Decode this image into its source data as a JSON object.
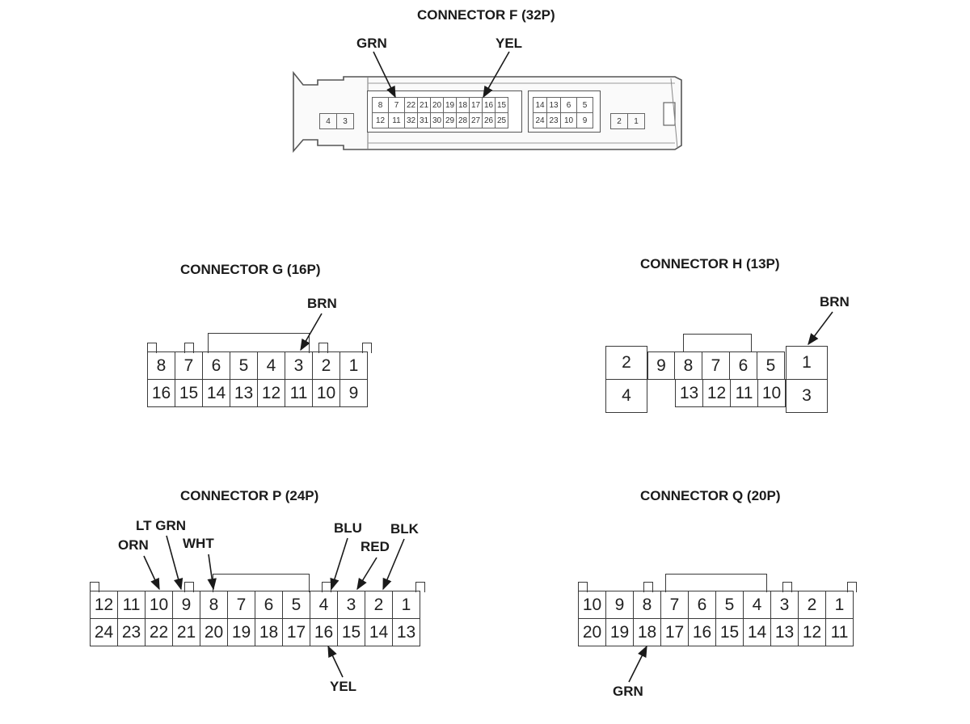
{
  "connectors": {
    "f": {
      "title": "CONNECTOR F (32P)",
      "left_small": [
        "4",
        "3"
      ],
      "right_small": [
        "2",
        "1"
      ],
      "block1_top": [
        "8",
        "7",
        "22",
        "21",
        "20",
        "19",
        "18",
        "17",
        "16",
        "15"
      ],
      "block1_bottom": [
        "12",
        "11",
        "32",
        "31",
        "30",
        "29",
        "28",
        "27",
        "26",
        "25"
      ],
      "block2_top": [
        "14",
        "13",
        "6",
        "5"
      ],
      "block2_bottom": [
        "24",
        "23",
        "10",
        "9"
      ],
      "labels": {
        "grn": "GRN",
        "yel": "YEL"
      }
    },
    "g": {
      "title": "CONNECTOR G (16P)",
      "top": [
        "8",
        "7",
        "6",
        "5",
        "4",
        "3",
        "2",
        "1"
      ],
      "bottom": [
        "16",
        "15",
        "14",
        "13",
        "12",
        "11",
        "10",
        "9"
      ],
      "labels": {
        "brn": "BRN"
      }
    },
    "h": {
      "title": "CONNECTOR H (13P)",
      "left_top": "2",
      "left_bottom": "4",
      "mid_top": [
        "9",
        "8",
        "7",
        "6",
        "5"
      ],
      "mid_bottom": [
        "13",
        "12",
        "11",
        "10"
      ],
      "right_top": "1",
      "right_bottom": "3",
      "labels": {
        "brn": "BRN"
      }
    },
    "p": {
      "title": "CONNECTOR P (24P)",
      "top": [
        "12",
        "11",
        "10",
        "9",
        "8",
        "7",
        "6",
        "5",
        "4",
        "3",
        "2",
        "1"
      ],
      "bottom": [
        "24",
        "23",
        "22",
        "21",
        "20",
        "19",
        "18",
        "17",
        "16",
        "15",
        "14",
        "13"
      ],
      "labels": {
        "orn": "ORN",
        "ltgrn": "LT GRN",
        "wht": "WHT",
        "blu": "BLU",
        "red": "RED",
        "blk": "BLK",
        "yel": "YEL"
      }
    },
    "q": {
      "title": "CONNECTOR Q (20P)",
      "top": [
        "10",
        "9",
        "8",
        "7",
        "6",
        "5",
        "4",
        "3",
        "2",
        "1"
      ],
      "bottom": [
        "20",
        "19",
        "18",
        "17",
        "16",
        "15",
        "14",
        "13",
        "12",
        "11"
      ],
      "labels": {
        "grn": "GRN"
      }
    }
  }
}
